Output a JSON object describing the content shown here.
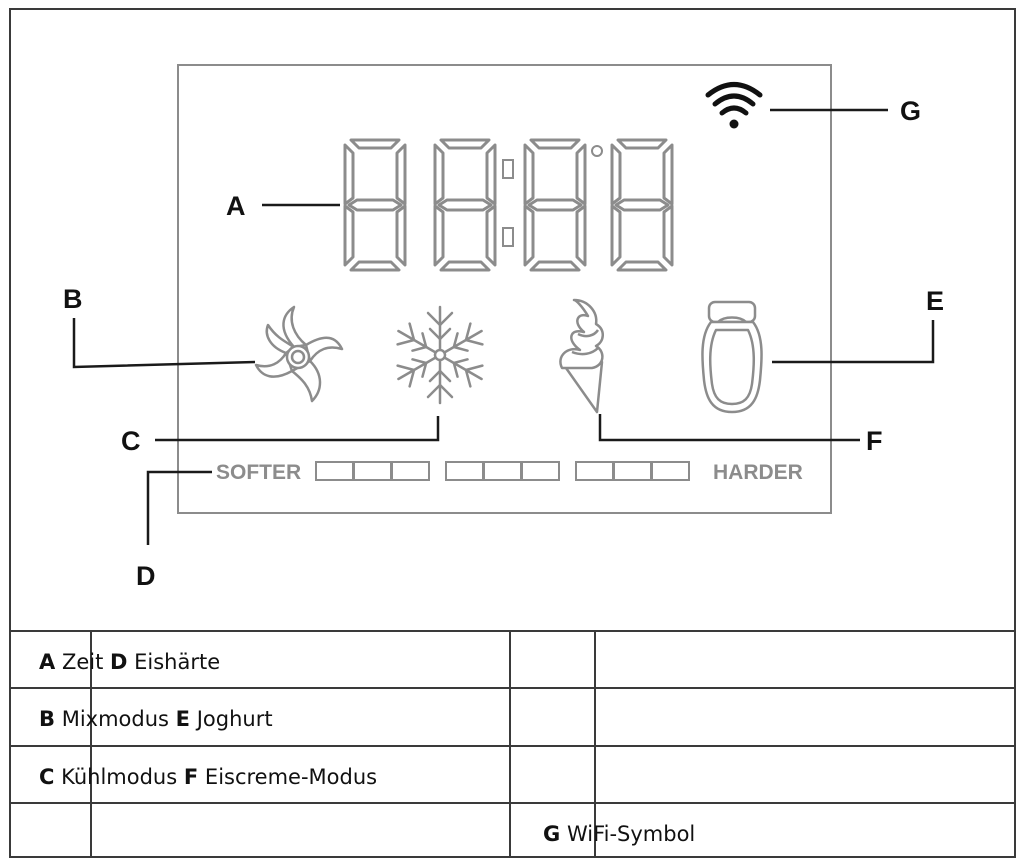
{
  "callouts": {
    "a": "A",
    "b": "B",
    "c": "C",
    "d": "D",
    "e": "E",
    "f": "F",
    "g": "G"
  },
  "display": {
    "softer": "SOFTER",
    "harder": "HARDER",
    "hardness_blocks": 9
  },
  "legend": {
    "row1": {
      "k1": "A",
      "t1": "Zeit",
      "k2": "D",
      "t2": "Eishärte"
    },
    "row2": {
      "k1": "B",
      "t1": "Mixmodus",
      "k2": "E",
      "t2": "Joghurt"
    },
    "row3": {
      "k1": "C",
      "t1": "Kühlmodus",
      "k2": "F",
      "t2": "Eiscreme-Modus"
    },
    "row4": {
      "k1": "G",
      "t1": "WiFi-Symbol"
    }
  },
  "colors": {
    "line": "#1a1a1a",
    "lcd_gray": "#8c8c8c",
    "border": "#3a3a3a"
  }
}
